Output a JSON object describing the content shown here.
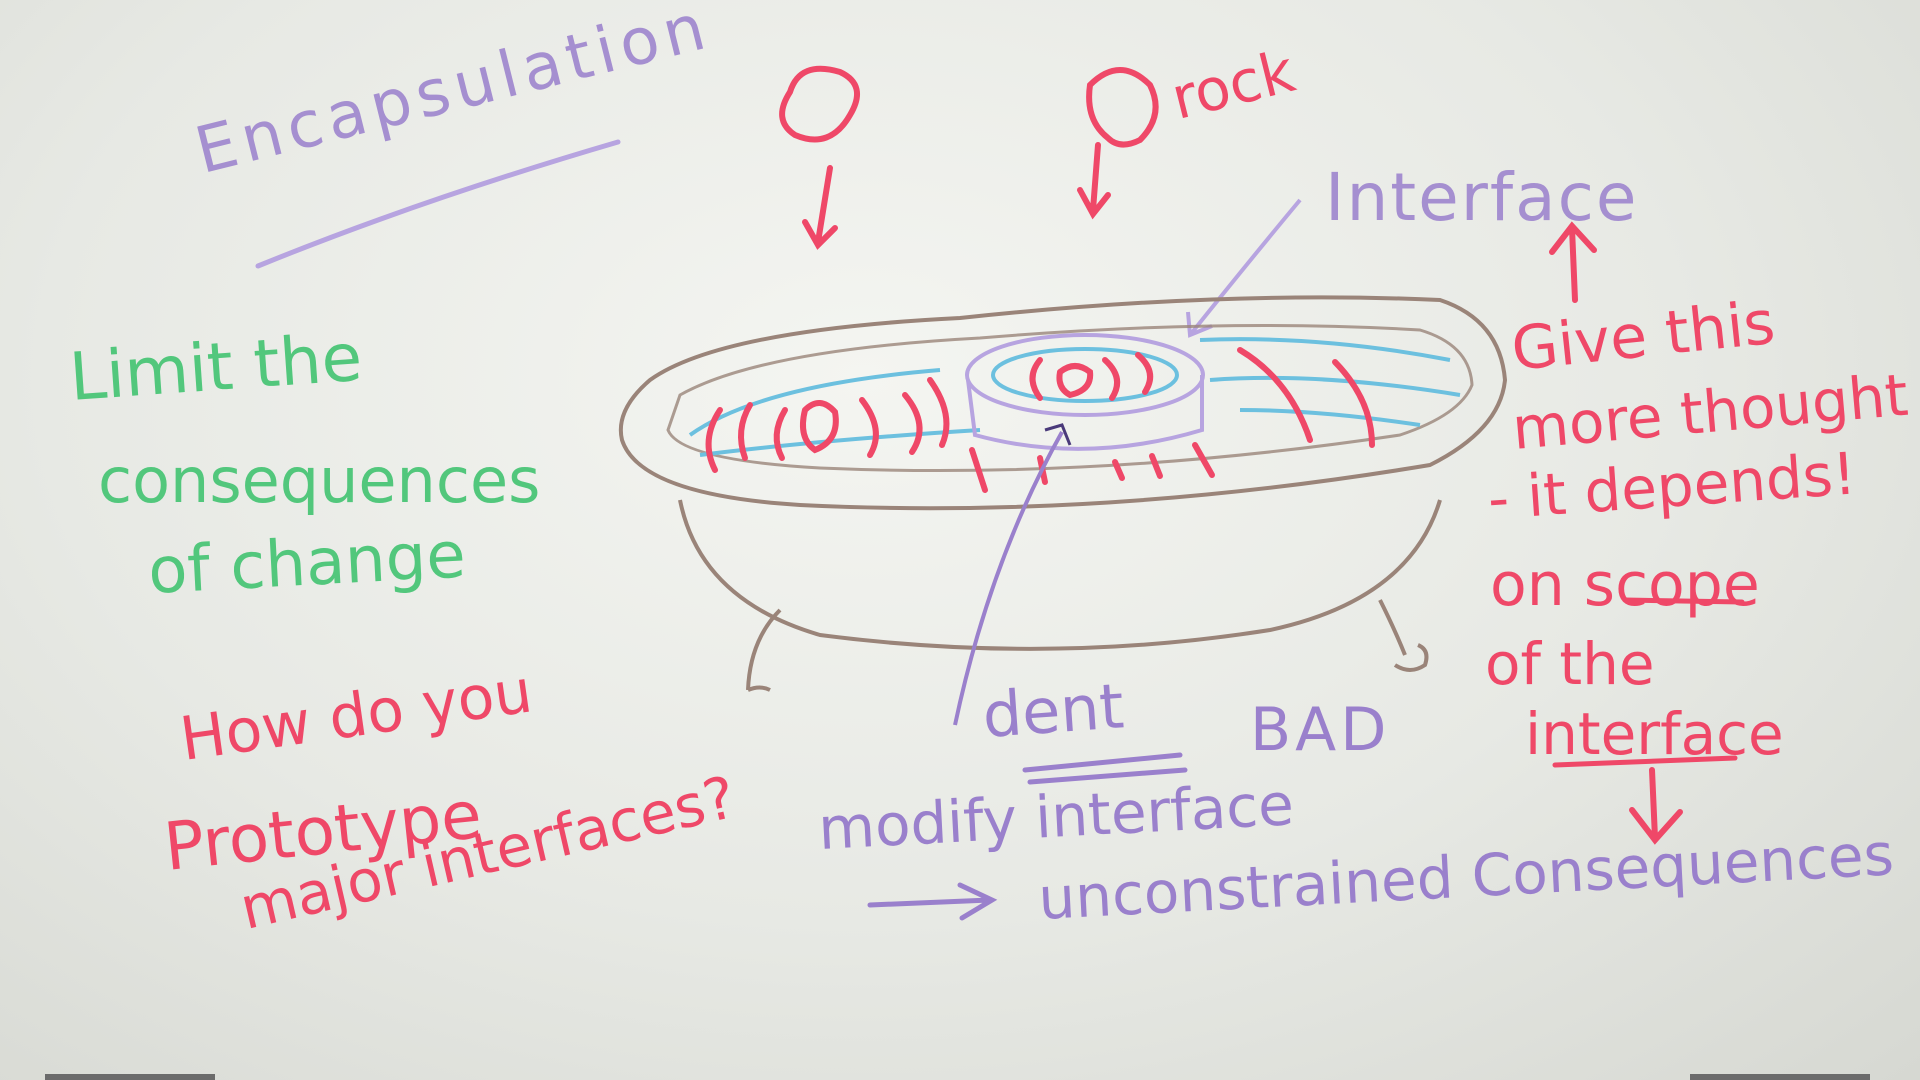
{
  "board": {
    "heading": "Encapsulation",
    "rock_label": "rock",
    "interface_label": "Interface",
    "limit_lines": [
      "Limit the",
      "consequences",
      "of change"
    ],
    "prototype_lines": [
      "How do you",
      "Prototype",
      "major interfaces?"
    ],
    "dent_label": "dent",
    "bad_label": "BAD",
    "modify_label": "modify interface",
    "unconstrained_label": "unconstrained Consequences",
    "thought_lines": [
      "Give this",
      "more thought",
      "- it depends!",
      "on scope",
      "of the",
      "interface"
    ]
  },
  "colors": {
    "purple": "#a58fd0",
    "green": "#52c77c",
    "red": "#ef4868",
    "tub": "#9a8479",
    "water": "#6cc0df"
  }
}
